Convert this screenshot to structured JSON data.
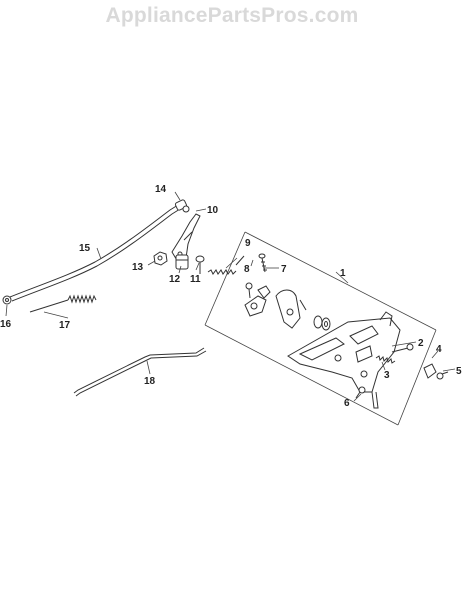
{
  "watermark": "AppliancePartsPros.com",
  "callouts": [
    {
      "id": "1",
      "label": "1"
    },
    {
      "id": "2",
      "label": "2"
    },
    {
      "id": "3",
      "label": "3"
    },
    {
      "id": "4",
      "label": "4"
    },
    {
      "id": "5",
      "label": "5"
    },
    {
      "id": "6",
      "label": "6"
    },
    {
      "id": "7",
      "label": "7"
    },
    {
      "id": "8",
      "label": "8"
    },
    {
      "id": "9",
      "label": "9"
    },
    {
      "id": "10",
      "label": "10"
    },
    {
      "id": "11",
      "label": "11"
    },
    {
      "id": "12",
      "label": "12"
    },
    {
      "id": "13",
      "label": "13"
    },
    {
      "id": "14",
      "label": "14"
    },
    {
      "id": "15",
      "label": "15"
    },
    {
      "id": "16",
      "label": "16"
    },
    {
      "id": "17",
      "label": "17"
    },
    {
      "id": "18",
      "label": "18"
    }
  ]
}
